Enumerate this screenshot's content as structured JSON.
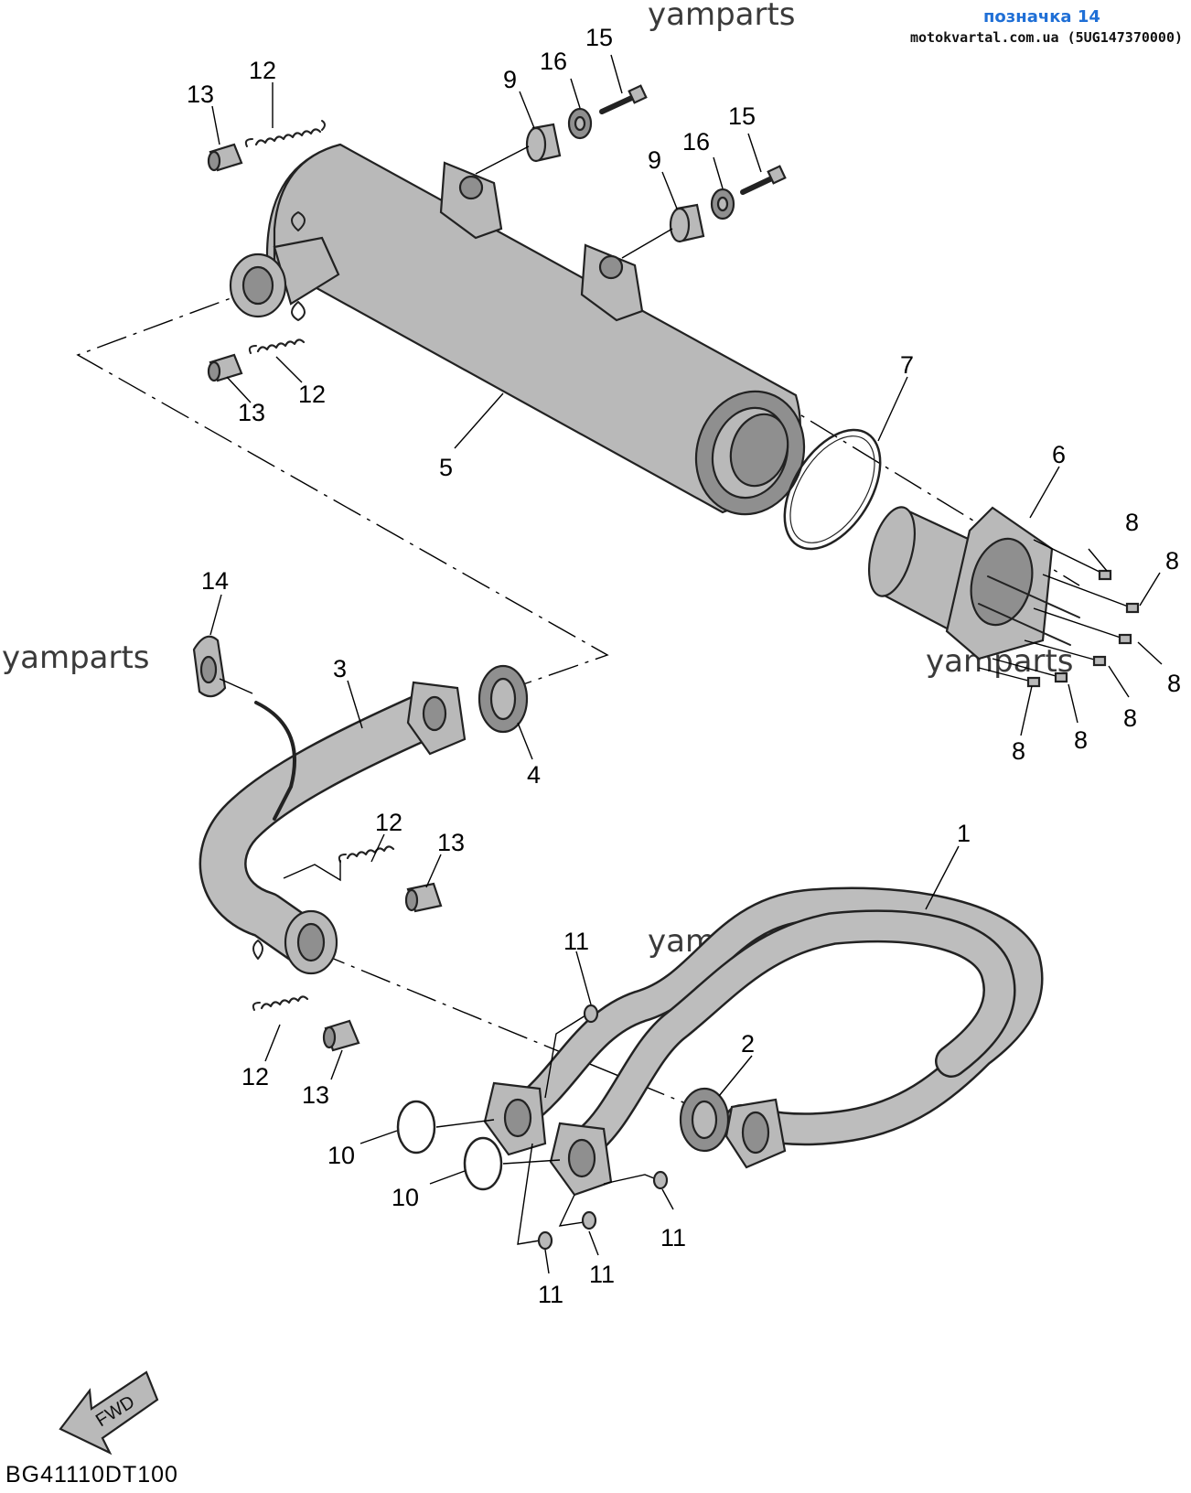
{
  "header": {
    "badge": "позначка 14",
    "source": "motokvartal.com.ua (5UG147370000)"
  },
  "watermark": "yamparts",
  "diagram_code": "BG41110DT100",
  "fwd_label": "FWD",
  "callouts": {
    "p1": "1",
    "p2": "2",
    "p3": "3",
    "p4": "4",
    "p5": "5",
    "p6": "6",
    "p7": "7",
    "p8": "8",
    "p9": "9",
    "p10": "10",
    "p11": "11",
    "p12": "12",
    "p13": "13",
    "p14": "14",
    "p15": "15",
    "p16": "16"
  },
  "colors": {
    "badge": "#1f6fd6",
    "part_fill": "#b9b9b9",
    "outline": "#222222"
  }
}
